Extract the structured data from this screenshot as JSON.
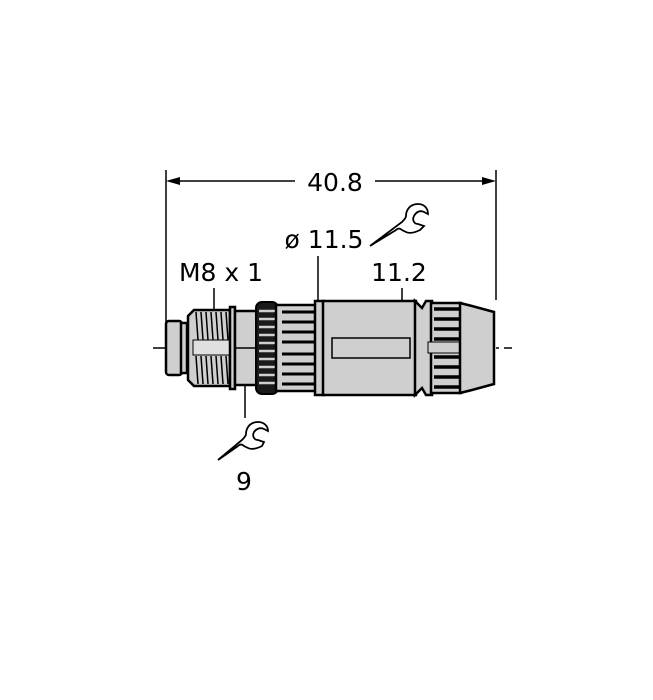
{
  "drawing": {
    "title": "M8 connector dimensional drawing",
    "fill_color": "#cfcfcf",
    "line_color": "#000000",
    "dimensions": {
      "overall_length": "40.8",
      "diameter": "ø 11.5",
      "thread": "M8 x 1",
      "wrench_large": "11.2",
      "wrench_small": "9"
    },
    "icons": {
      "wrench_large": "wrench-icon",
      "wrench_small": "wrench-icon"
    }
  }
}
